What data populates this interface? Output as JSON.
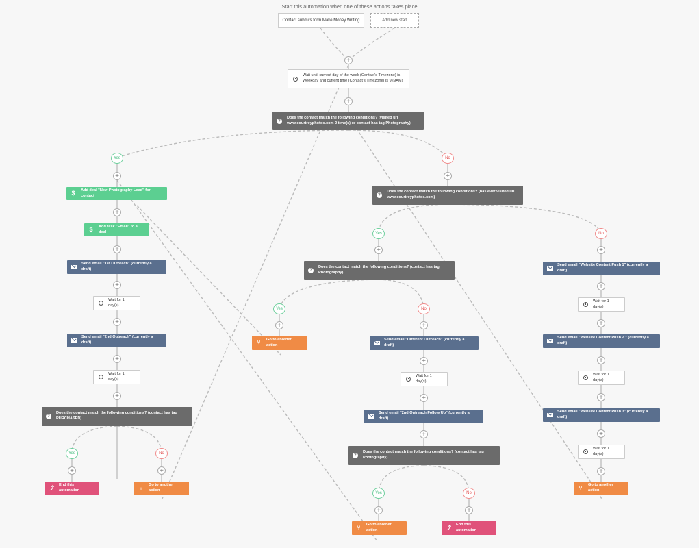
{
  "header": {
    "title": "Start this automation when one of these actions takes place"
  },
  "triggers": {
    "trigger1": "Contact submits form Make Money Writing",
    "add_start": "Add new start"
  },
  "nodes": {
    "wait_weekday": "Wait until current day of the week (Contact's Timezone) is Weekday and current time (Contact's Timezone) is 9 (9AM)",
    "cond_visited": "Does the contact match the following conditions? (visited url www.courtreyphotos.com 2 time(s) or contact has tag Photography)",
    "add_deal": "Add deal \"New Photography Lead\" for contact",
    "add_task": "Add task \"Email\" to a deal",
    "email_1st": "Send email \"1st Outreach\" (currently a draft)",
    "wait_1a": "Wait for 1 day(s)",
    "email_2nd": "Send email \"2nd Outreach\" (currently a draft)",
    "wait_1b": "Wait for 1 day(s)",
    "cond_purchased": "Does the contact match the following conditions? (contact has tag PURCHASED)",
    "end_left": "End this automation",
    "goto_left": "Go to another action",
    "cond_ever_visited": "Does the contact match the following conditions? (has ever visited url www.courtreyphotos.com)",
    "cond_tag_photo": "Does the contact match the following conditions? (contact has tag Photography)",
    "goto_mid": "Go to another action",
    "email_diff": "Send email \"Different Outreach\" (currently a draft)",
    "wait_1c": "Wait for 1 day(s)",
    "email_2nd_follow": "Send email \"2nd Outreach Follow Up\" (currently a draft)",
    "cond_tag_photo2": "Does the contact match the following conditions? (contact has tag Photography)",
    "goto_bottom": "Go to another action",
    "end_bottom": "End this automation",
    "email_wcp1": "Send email \"Website Content Push 1\" (currently a draft)",
    "wait_1d": "Wait for 1 day(s)",
    "email_wcp2": "Send email \"Website Content Push 2 \" (currently a draft)",
    "wait_1e": "Wait for 1 day(s)",
    "email_wcp3": "Send email \"Website Content Push 3\" (currently a draft)",
    "wait_1f": "Wait for 1 day(s)",
    "goto_right": "Go to another action"
  },
  "labels": {
    "yes": "Yes",
    "no": "No",
    "plus": "+"
  },
  "icons": {
    "condition": "question-icon",
    "wait": "clock-icon",
    "email": "envelope-icon",
    "deal": "dollar-icon",
    "goto": "branch-icon",
    "end": "end-icon"
  },
  "colors": {
    "condition": "#6b6b6b",
    "email": "#5a6f8e",
    "deal": "#5ccf91",
    "goto": "#f08b45",
    "end": "#e0527a",
    "yes": "#3fb97a",
    "no": "#e25555"
  }
}
